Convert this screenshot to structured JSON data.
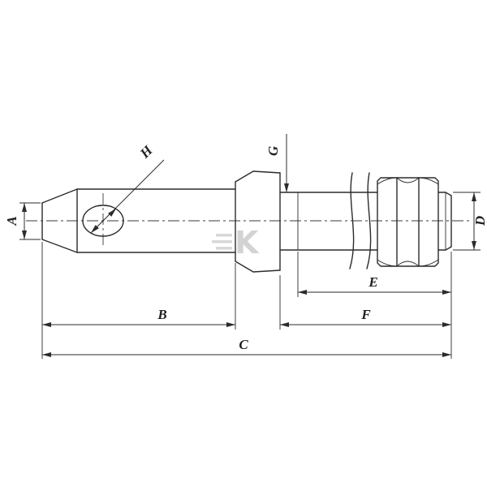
{
  "drawing": {
    "kind": "technical-drawing",
    "description": "Dimensioned side view of a lower-link implement pin with conical collar, spring washer, hex nut and threaded end",
    "background_color": "#ffffff",
    "line_color": "#2b2b2b",
    "dimensions": {
      "a_label": "A",
      "b_label": "B",
      "c_label": "C",
      "d_label": "D",
      "e_label": "E",
      "f_label": "F",
      "g_label": "G",
      "h_label": "H"
    },
    "watermark": {
      "letter": "K",
      "color": "#cccccc"
    }
  }
}
